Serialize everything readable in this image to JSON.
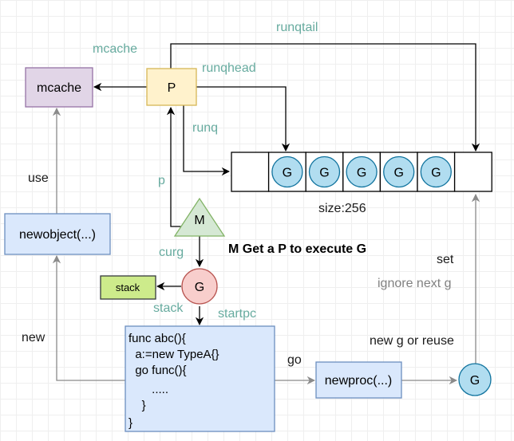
{
  "nodes": {
    "mcache_box": "mcache",
    "p_box": "P",
    "m_triangle": "M",
    "g_current": "G",
    "stack_box": "stack",
    "newobject_box": "newobject(...)",
    "newproc_box": "newproc(...)",
    "g_new": "G",
    "queue_slots": [
      "",
      "G",
      "G",
      "G",
      "G",
      "G",
      ""
    ]
  },
  "code_lines": [
    "func abc(){",
    "  a:=new TypeA{}",
    "  go func(){",
    "       .....",
    "    }",
    "}"
  ],
  "edge_labels": {
    "runqtail": "runqtail",
    "mcache": "mcache",
    "runqhead": "runqhead",
    "runq": "runq",
    "p": "p",
    "use": "use",
    "size": "size:256",
    "m_note": "M Get a P to execute G",
    "curg": "curg",
    "stack": "stack",
    "startpc": "startpc",
    "set": "set",
    "ignore": "ignore next g",
    "new": "new",
    "go": "go",
    "new_g": "new g or reuse"
  },
  "colors": {
    "mcache_fill": "#e1d5e7",
    "mcache_stroke": "#9673a6",
    "p_fill": "#fff2cc",
    "p_stroke": "#d6b656",
    "m_fill": "#d5e8d4",
    "m_stroke": "#82b366",
    "g_fill": "#f8cecc",
    "g_stroke": "#b85450",
    "stack_fill": "#cdeb8b",
    "stack_stroke": "#36393d",
    "blue_fill": "#dae8fc",
    "blue_stroke": "#6c8ebf",
    "queue_g_fill": "#b1ddf0",
    "queue_g_stroke": "#10739e",
    "label_teal": "#67ab9f"
  }
}
